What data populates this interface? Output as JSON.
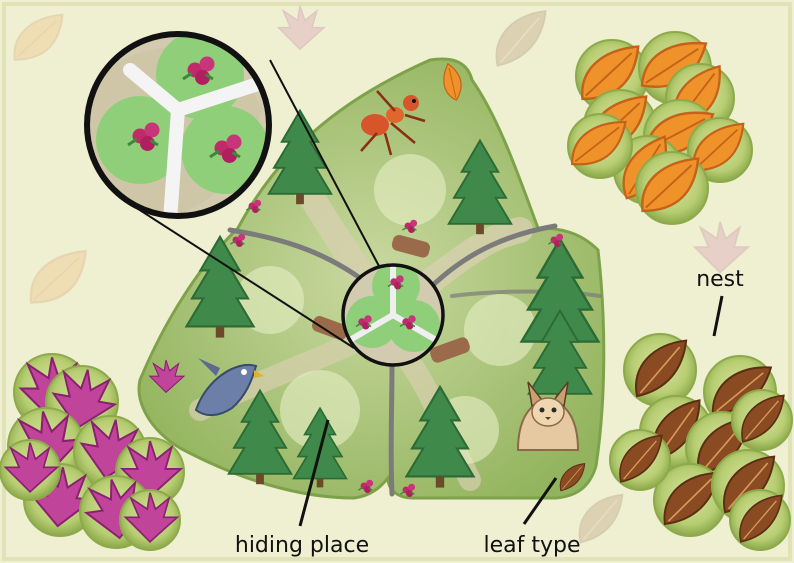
{
  "callouts": {
    "nest": "nest",
    "hiding_place": "hiding place",
    "leaf_type": "leaf type"
  },
  "colors": {
    "background": "#efefd2",
    "board_green": "#a9c46a",
    "path": "#c9c0a4",
    "tree": "#3f8a4a",
    "orange_leaf": "#f0922a",
    "pink_leaf": "#c0449a",
    "brown_leaf": "#8a4a22",
    "token_edge": "#8daa4a",
    "divider": "#7b7b7b",
    "berry": "#c02a6a"
  },
  "tokens": {
    "orange_leaf_tokens": {
      "leaf": "orange-leaf",
      "count": 9
    },
    "pink_leaf_tokens": {
      "leaf": "pink-leaf",
      "count": 9
    },
    "brown_leaf_tokens": {
      "leaf": "brown-leaf",
      "count": 9
    }
  },
  "animals": [
    "ant-icon",
    "bird-icon",
    "lynx-icon"
  ]
}
